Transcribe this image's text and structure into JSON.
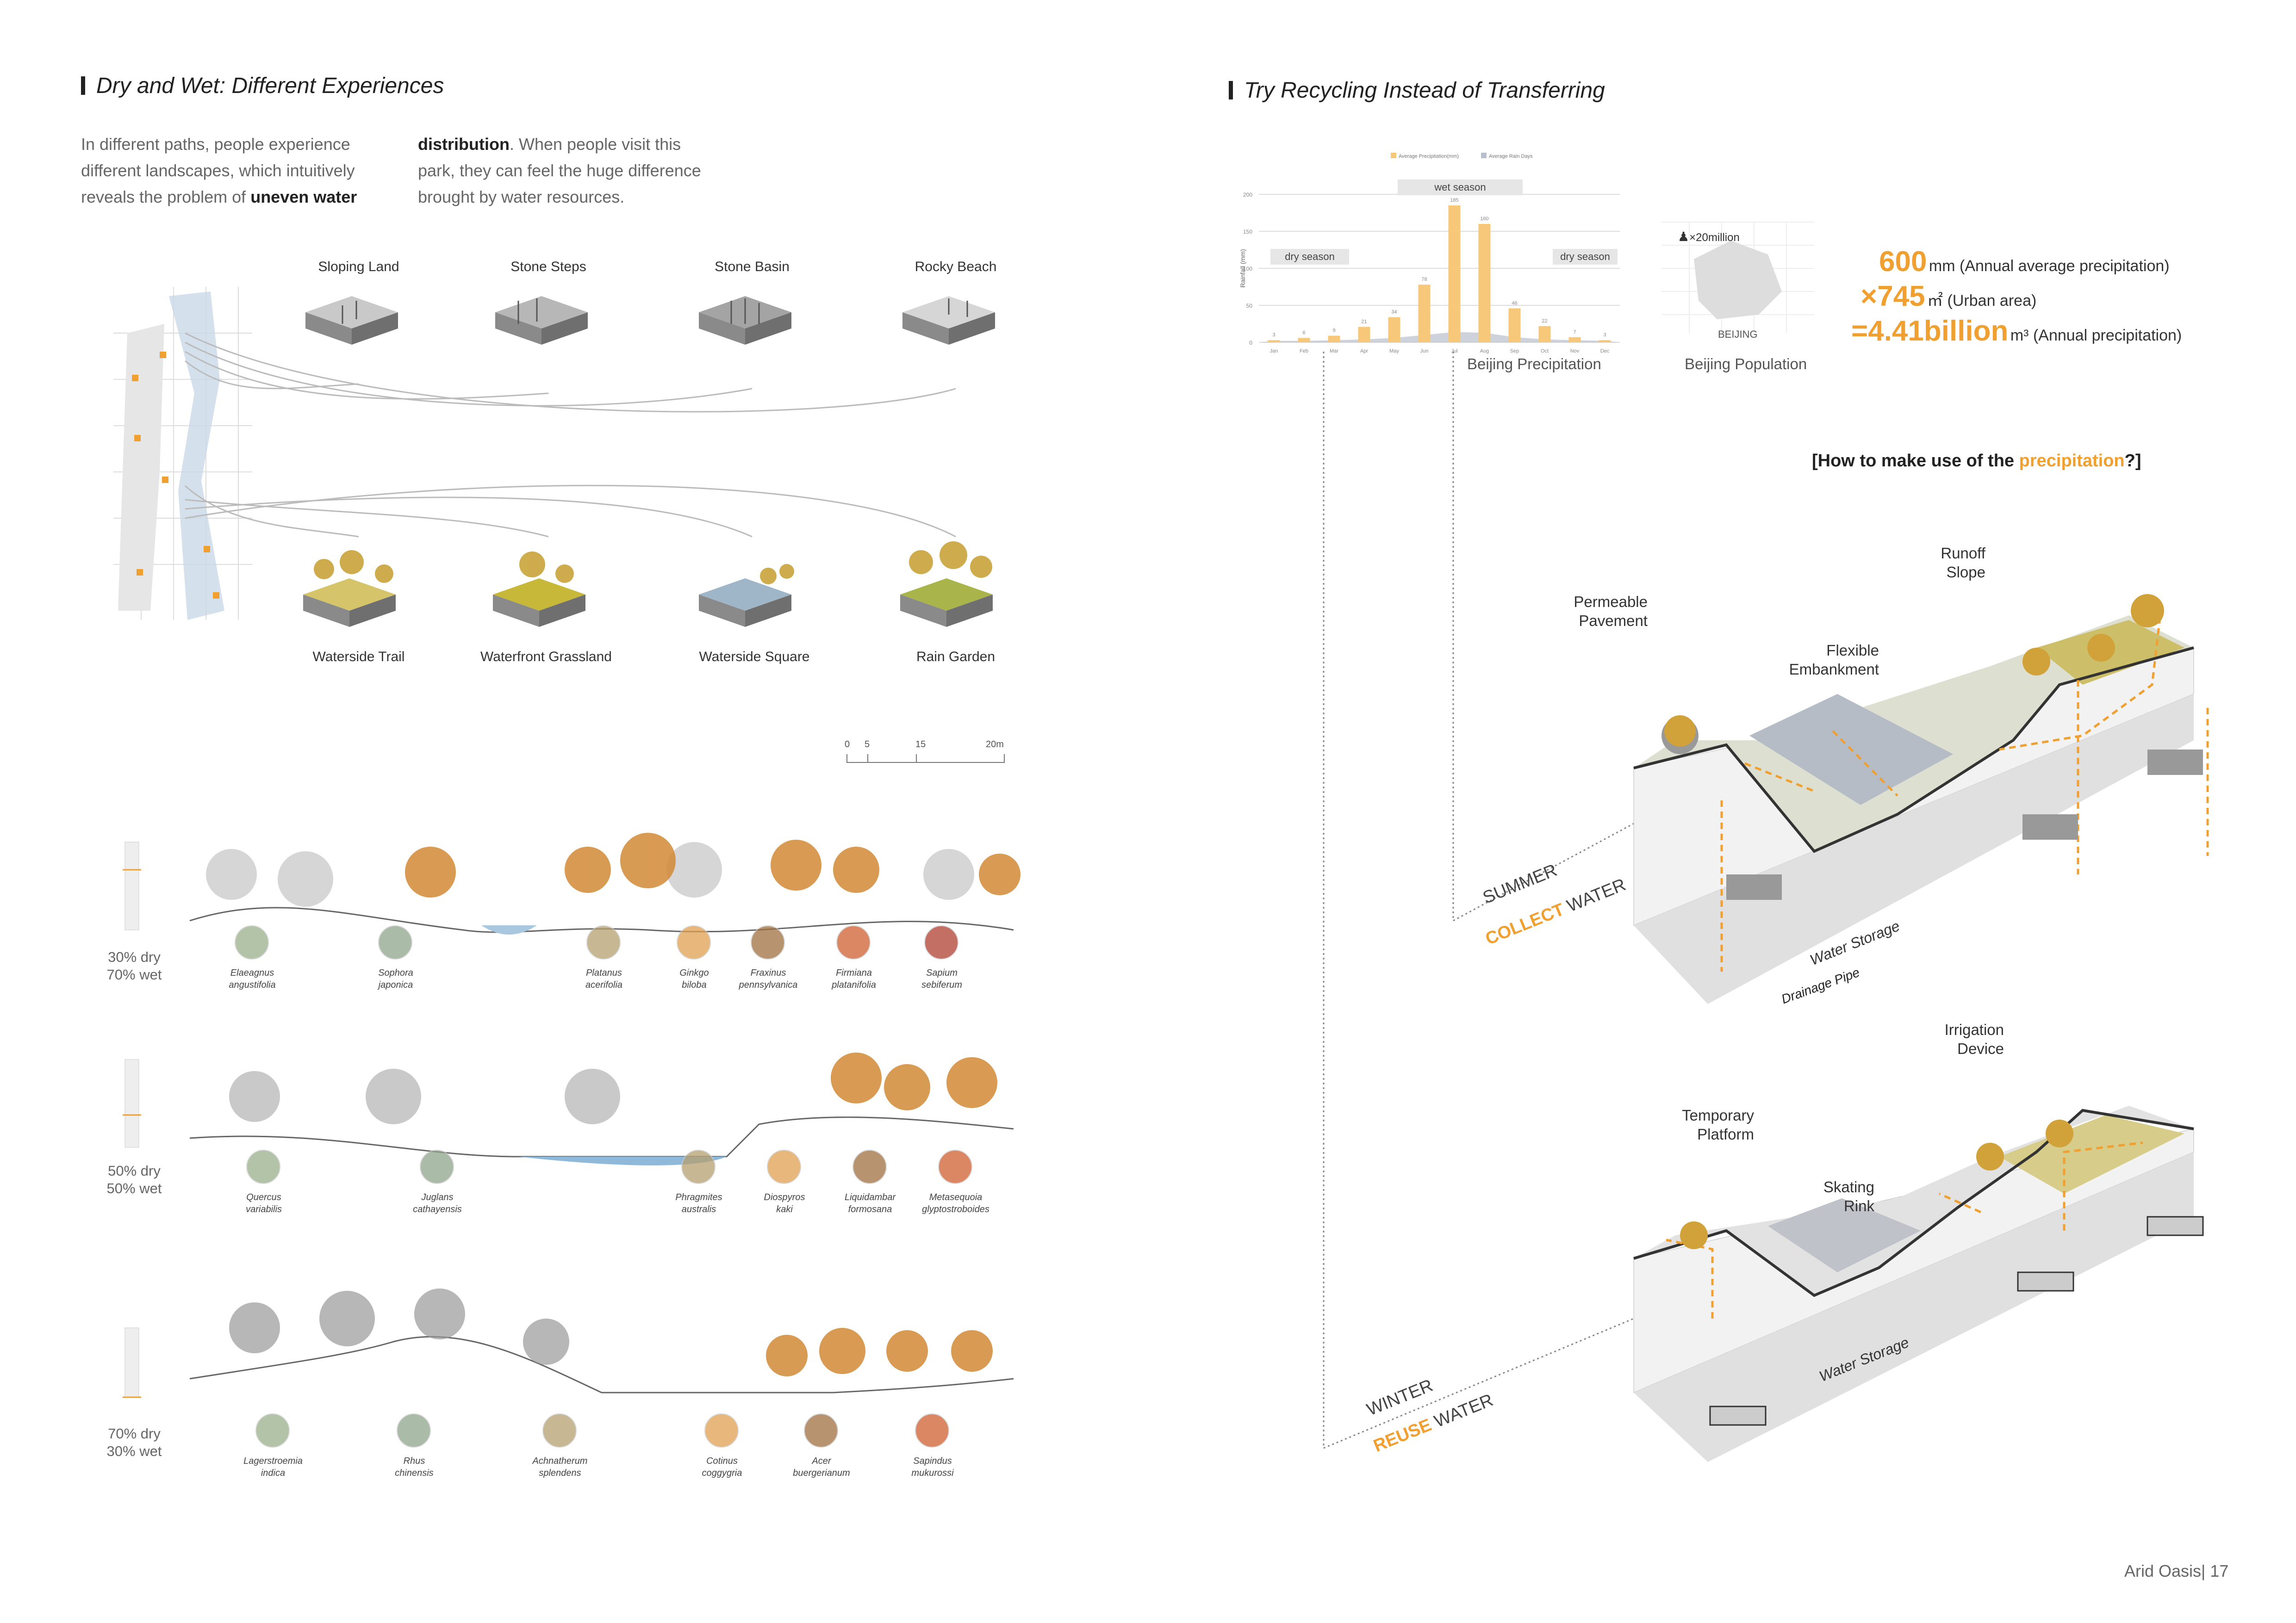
{
  "left": {
    "title": "Dry and Wet: Different Experiences",
    "intro_col1": [
      "In different paths, people experience",
      "different landscapes, which intuitively",
      "reveals the problem of"
    ],
    "intro_col1_bold": "uneven water",
    "intro_col2_bold": "distribution",
    "intro_col2": [
      ". When people visit this",
      "park, they can feel the huge difference",
      "brought by water resources."
    ],
    "dry_types": [
      "Sloping Land",
      "Stone Steps",
      "Stone Basin",
      "Rocky Beach"
    ],
    "wet_types": [
      "Waterside Trail",
      "Waterfront Grassland",
      "Waterside Square",
      "Rain Garden"
    ],
    "scale": [
      "0",
      "5",
      "15",
      "20m"
    ],
    "sections": [
      {
        "ratio": [
          "30% dry",
          "70% wet"
        ],
        "species": [
          [
            "Elaeagnus",
            "angustifolia"
          ],
          [
            "Sophora",
            "japonica"
          ],
          [
            "Platanus",
            "acerifolia"
          ],
          [
            "Ginkgo",
            "biloba"
          ],
          [
            "Fraxinus",
            "pennsylvanica"
          ],
          [
            "Firmiana",
            "platanifolia"
          ],
          [
            "Sapium",
            "sebiferum"
          ]
        ]
      },
      {
        "ratio": [
          "50% dry",
          "50% wet"
        ],
        "species": [
          [
            "Quercus",
            "variabilis"
          ],
          [
            "Juglans",
            "cathayensis"
          ],
          [
            "Phragmites",
            "australis"
          ],
          [
            "Diospyros",
            "kaki"
          ],
          [
            "Liquidambar",
            "formosana"
          ],
          [
            "Metasequoia",
            "glyptostroboides"
          ]
        ]
      },
      {
        "ratio": [
          "70% dry",
          "30% wet"
        ],
        "species": [
          [
            "Lagerstroemia",
            "indica"
          ],
          [
            "Rhus",
            "chinensis"
          ],
          [
            "Achnatherum",
            "splendens"
          ],
          [
            "Cotinus",
            "coggygria"
          ],
          [
            "Acer",
            "buergerianum"
          ],
          [
            "Sapindus",
            "mukurossi"
          ]
        ]
      }
    ]
  },
  "right": {
    "title": "Try Recycling Instead of Transferring",
    "chart_caption": "Beijing Precipitation",
    "population_caption": "Beijing Population",
    "population_multiplier": "×20million",
    "map_label": "BEIJING",
    "stats": [
      {
        "value": "600",
        "text": "mm (Annual average precipitation)"
      },
      {
        "value": "×745",
        "text": "㎡ (Urban area)"
      },
      {
        "value": "=4.41billion",
        "text": "m³ (Annual precipitation)"
      }
    ],
    "question_pre": "[How to make use of the ",
    "question_hl": "precipitation",
    "question_post": "?]",
    "summer": {
      "season": "SUMMER",
      "verb": "COLLECT",
      "noun": "WATER",
      "callouts": {
        "permeable": [
          "Permeable",
          "Pavement"
        ],
        "flexible": [
          "Flexible",
          "Embankment"
        ],
        "runoff": [
          "Runoff",
          "Slope"
        ]
      },
      "storage": "Water Storage",
      "pipe": "Drainage Pipe"
    },
    "winter": {
      "season": "WINTER",
      "verb": "REUSE",
      "noun": "WATER",
      "callouts": {
        "temporary": [
          "Temporary",
          "Platform"
        ],
        "skating": [
          "Skating",
          "Rink"
        ],
        "irrigation": [
          "Irrigation",
          "Device"
        ]
      },
      "storage": "Water Storage"
    }
  },
  "footer": {
    "text": "Arid Oasis| 17"
  },
  "chart_data": {
    "type": "bar",
    "title": "",
    "legend": [
      "Average Precipitation(mm)",
      "Average Rain Days"
    ],
    "categories": [
      "Jan",
      "Feb",
      "Mar",
      "Apr",
      "May",
      "Jun",
      "Jul",
      "Aug",
      "Sep",
      "Oct",
      "Nov",
      "Dec"
    ],
    "series": [
      {
        "name": "Average Precipitation(mm)",
        "values": [
          3,
          6,
          9,
          21,
          34,
          78,
          185,
          160,
          46,
          22,
          7,
          3
        ]
      },
      {
        "name": "Average Rain Days",
        "values": [
          2,
          2,
          3,
          4,
          6,
          10,
          14,
          13,
          7,
          4,
          3,
          2
        ]
      }
    ],
    "annotations": [
      "wet season",
      "dry season",
      "dry season"
    ],
    "ylabel": "Rainfall (mm)",
    "ylim": [
      0,
      200
    ],
    "yticks": [
      0,
      50,
      100,
      150,
      200
    ],
    "colors": {
      "precip": "#f7c77a",
      "rain_days": "#b9c0cc"
    }
  }
}
